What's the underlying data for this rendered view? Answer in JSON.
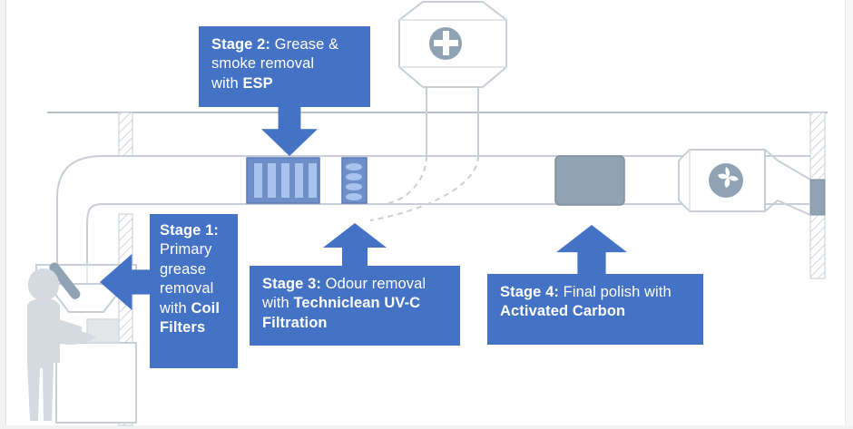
{
  "diagram": {
    "title": "Four-stage kitchen extraction air cleaning schematic",
    "accent_color": "#4472c4",
    "duct_stroke": "#c9ced6",
    "equipment_fill": "#8fa3b5",
    "esp_fill": "#6f8fc9",
    "esp_bar_fill": "#a9c3ef",
    "chef_fill": "#d5dade",
    "callouts": [
      {
        "id": "stage-2",
        "lines": [
          {
            "bold": "Stage 2:",
            "text": " Grease &"
          },
          {
            "bold": "",
            "text": "smoke removal"
          },
          {
            "bold": "",
            "text": "with "
          },
          {
            "bold": "ESP",
            "text": ""
          }
        ],
        "line1_bold": "Stage 2:",
        "line1_rest": " Grease &",
        "line2": "smoke removal",
        "line3_rest": "with ",
        "line3_bold": "ESP"
      },
      {
        "id": "stage-1",
        "line1_bold": "Stage 1:",
        "line2": "Primary",
        "line3": "grease",
        "line4": "removal",
        "line5_rest": "with ",
        "line5_bold": "Coil",
        "line6_bold": "Filters"
      },
      {
        "id": "stage-3",
        "line1_bold": "Stage 3:",
        "line1_rest": " Odour removal",
        "line2_rest": "with ",
        "line2_bold": "Techniclean UV-C",
        "line3_bold": "Filtration"
      },
      {
        "id": "stage-4",
        "line1_bold": "Stage 4:",
        "line1_rest": " Final polish with",
        "line2_bold": "Activated Carbon"
      }
    ],
    "equipment": {
      "esp_bar_count": 5,
      "uvc_oval_count": 4,
      "roof_fan_label": "roof-fan",
      "inline_fan_label": "inline-fan",
      "carbon_label": "activated-carbon-unit"
    }
  }
}
